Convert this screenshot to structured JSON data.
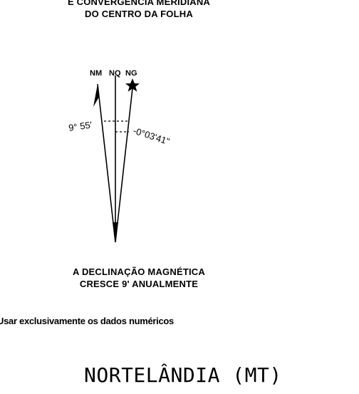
{
  "caption_top": {
    "line1": "E CONVERGÊNCIA MERIDIANA",
    "line2": "DO CENTRO DA FOLHA"
  },
  "north_diagram": {
    "labels": {
      "magnetic_north": "NM",
      "grid_north": "NQ",
      "geographic_north": "NG"
    },
    "magnetic_declination": "9° 55'",
    "meridian_convergence": "-0°03'41\""
  },
  "declination_note": {
    "line1": "A DECLINAÇÃO MAGNÉTICA",
    "line2": "CRESCE 9' ANUALMENTE"
  },
  "usage_note": "Usar exclusivamente os dados numéricos",
  "sheet_title": "NORTELÂNDIA (MT)"
}
